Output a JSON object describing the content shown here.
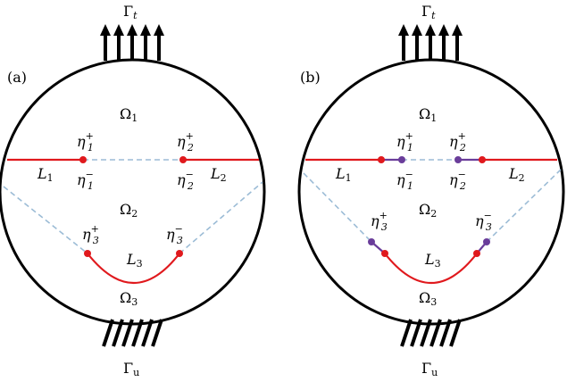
{
  "panels": [
    {
      "tag": "(a)",
      "gamma_top": {
        "sym": "Γ",
        "sub": "t"
      },
      "gamma_bottom": {
        "sym": "Γ",
        "sub": "u"
      },
      "omegas": [
        {
          "sym": "Ω",
          "sub": "1"
        },
        {
          "sym": "Ω",
          "sub": "2"
        },
        {
          "sym": "Ω",
          "sub": "3"
        }
      ],
      "etas": [
        {
          "sym": "η",
          "sub": "1",
          "sup": "+"
        },
        {
          "sym": "η",
          "sub": "1",
          "sup": "−"
        },
        {
          "sym": "η",
          "sub": "2",
          "sup": "+"
        },
        {
          "sym": "η",
          "sub": "2",
          "sup": "−"
        },
        {
          "sym": "η",
          "sub": "3",
          "sup": "+"
        },
        {
          "sym": "η",
          "sub": "3",
          "sup": "−"
        }
      ],
      "cracks": [
        {
          "sym": "L",
          "sub": "1"
        },
        {
          "sym": "L",
          "sub": "2"
        },
        {
          "sym": "L",
          "sub": "3"
        }
      ]
    },
    {
      "tag": "(b)",
      "gamma_top": {
        "sym": "Γ",
        "sub": "t"
      },
      "gamma_bottom": {
        "sym": "Γ",
        "sub": "u"
      },
      "omegas": [
        {
          "sym": "Ω",
          "sub": "1"
        },
        {
          "sym": "Ω",
          "sub": "2"
        },
        {
          "sym": "Ω",
          "sub": "3"
        }
      ],
      "etas": [
        {
          "sym": "η",
          "sub": "1",
          "sup": "+"
        },
        {
          "sym": "η",
          "sub": "1",
          "sup": "−"
        },
        {
          "sym": "η",
          "sub": "2",
          "sup": "+"
        },
        {
          "sym": "η",
          "sub": "2",
          "sup": "−"
        },
        {
          "sym": "η",
          "sub": "3",
          "sup": "+"
        },
        {
          "sym": "η",
          "sub": "3",
          "sup": "−"
        }
      ],
      "cracks": [
        {
          "sym": "L",
          "sub": "1"
        },
        {
          "sym": "L",
          "sub": "2"
        },
        {
          "sym": "L",
          "sub": "3"
        }
      ]
    }
  ],
  "colors": {
    "crack": "#e0191d",
    "extension": "#6a3d9a",
    "interface": "#9cbcd6",
    "outline": "#000000"
  }
}
